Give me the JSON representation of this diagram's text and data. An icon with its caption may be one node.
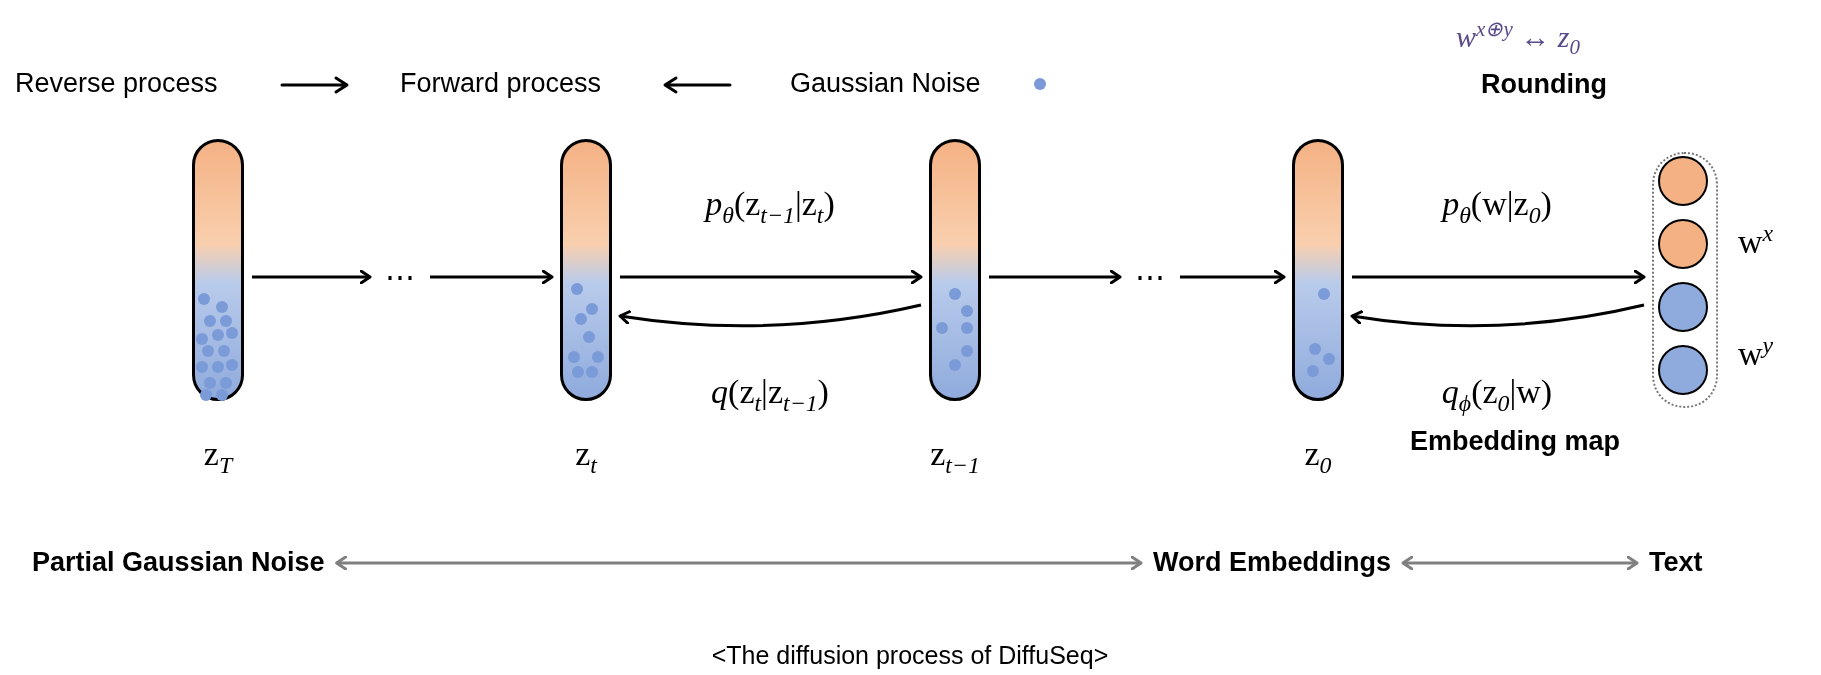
{
  "diagram": {
    "caption": "<The diffusion process of DiffuSeq>",
    "nodes": [
      {
        "text": [
          "z$_{T}$"
        ]
      },
      {
        "text": [
          "⋯"
        ]
      },
      {
        "text": [
          "z$_{t}$"
        ]
      },
      {
        "text": [
          "z$_{t−1}$"
        ]
      },
      {
        "text": [
          "⋯"
        ]
      },
      {
        "text": [
          "z$_{0}$"
        ]
      },
      {
        "text": [],
        "shape": "box",
        "beside": [
          "w$^{x}$",
          "w$^{y}$"
        ]
      },
      {
        "text": [],
        "shape": "circle",
        "in": 6
      },
      {
        "text": [],
        "shape": "circle",
        "in": 6
      },
      {
        "text": [],
        "shape": "circle",
        "in": 6
      },
      {
        "text": [],
        "shape": "circle",
        "in": 6
      },
      {
        "text": [
          "Partial Gaussian Noise"
        ]
      },
      {
        "text": [
          "Word Embeddings"
        ]
      },
      {
        "text": [
          "Text"
        ]
      }
    ],
    "edges": [
      {
        "from": 0,
        "to": 1,
        "arrow": "to"
      },
      {
        "from": 1,
        "to": 2,
        "arrow": "to"
      },
      {
        "from": 2,
        "to": 3,
        "arrow": "to",
        "label": "*p*$_{θ}$(z$_{t−1}$|z$_{t}$)"
      },
      {
        "from": 3,
        "to": 2,
        "arrow": "to",
        "label": "*q*(z$_{t}$|z$_{t−1}$)"
      },
      {
        "from": 3,
        "to": 4,
        "arrow": "to"
      },
      {
        "from": 4,
        "to": 5,
        "arrow": "to"
      },
      {
        "from": 5,
        "to": 6,
        "arrow": "to",
        "label": "*p*$_{θ}$(w|z$_{0}$)"
      },
      {
        "from": 6,
        "to": 5,
        "arrow": "to",
        "label": "*q*$_{ϕ}$(z$_{0}$|w)"
      },
      {
        "from": 11,
        "to": 12,
        "arrow": "both",
        "color": "#808080"
      },
      {
        "from": 12,
        "to": 13,
        "arrow": "both",
        "color": "#808080"
      }
    ],
    "labels": [
      "*w*$^{x⊕y}$ ↔ *z*$_{0}$",
      "Rounding",
      "Embedding map"
    ],
    "legend": [
      {
        "text": "Reverse process"
      },
      {
        "text": "Forward process"
      },
      {
        "text": "Gaussian Noise",
        "color": "#7b9ad8"
      }
    ]
  }
}
